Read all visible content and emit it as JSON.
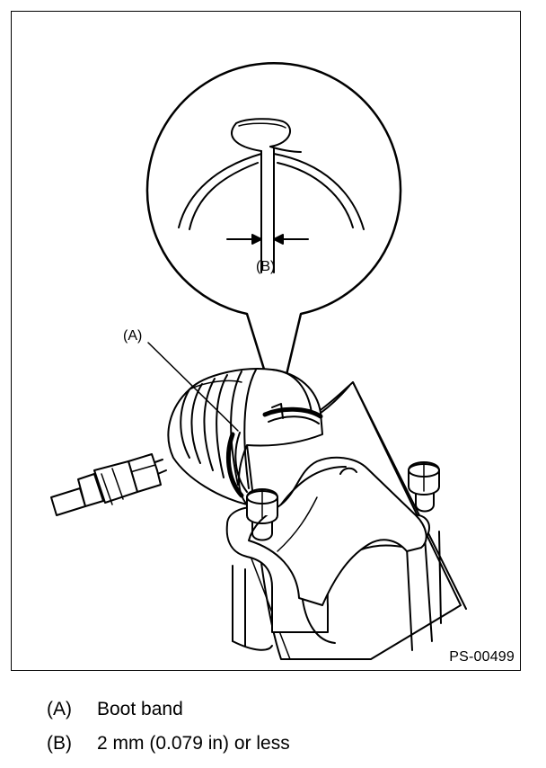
{
  "figure": {
    "code": "PS-00499",
    "callouts": {
      "a": "(A)",
      "b": "(B)"
    }
  },
  "legend": [
    {
      "key": "(A)",
      "text": "Boot band"
    },
    {
      "key": "(B)",
      "text": "2 mm (0.079 in) or less"
    }
  ]
}
